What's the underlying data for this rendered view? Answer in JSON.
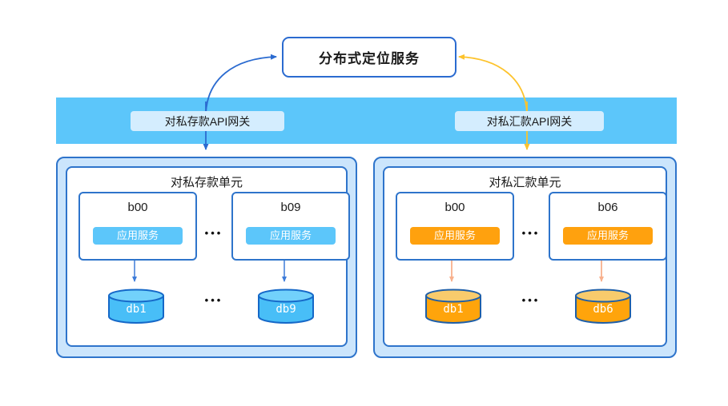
{
  "service": {
    "label": "分布式定位服务"
  },
  "gateways": {
    "left_label": "对私存款API网关",
    "right_label": "对私汇款API网关"
  },
  "units": [
    {
      "title": "对私存款单元",
      "nodes": [
        {
          "name": "b00",
          "service": "应用服务"
        },
        {
          "name": "b09",
          "service": "应用服务"
        }
      ],
      "dots": "•••",
      "dbs": [
        "db1",
        "db9"
      ],
      "theme": {
        "pill_bg": "#5CC6FA",
        "cylinder_body": "#48BEF7",
        "cylinder_top": "#72D1FB",
        "cylinder_border": "#1568C8",
        "connector_arrow": "#3D7BD9"
      }
    },
    {
      "title": "对私汇款单元",
      "nodes": [
        {
          "name": "b00",
          "service": "应用服务"
        },
        {
          "name": "b06",
          "service": "应用服务"
        }
      ],
      "dots": "•••",
      "dbs": [
        "db1",
        "db6"
      ],
      "theme": {
        "pill_bg": "#FFA10E",
        "cylinder_body": "#FFA40B",
        "cylinder_top": "#F8CB6C",
        "cylinder_border": "#1F5FA8",
        "connector_arrow": "#F8B08C"
      }
    }
  ],
  "colors": {
    "band": "#5CC6FA",
    "gateway_label_bg": "#D4EDFE",
    "unit_fill": "#CBE5FC",
    "unit_border": "#2E74CB",
    "service_border": "#2B6BD0",
    "arrow_blue": "#2B6BD0",
    "arrow_yellow": "#FDC32C"
  }
}
